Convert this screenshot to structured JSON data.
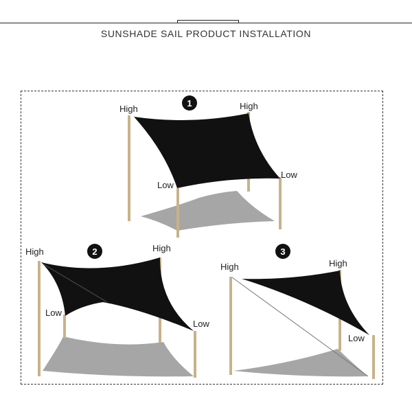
{
  "header": {
    "title": "SUNSHADE SAIL PRODUCT INSTALLATION"
  },
  "diagrams": [
    {
      "number": "1",
      "labels": {
        "top_left": "High",
        "top_right": "High",
        "bottom_left": "Low",
        "bottom_right": "Low"
      }
    },
    {
      "number": "2",
      "labels": {
        "top_left": "High",
        "top_right": "High",
        "bottom_left": "Low",
        "bottom_right": "Low"
      }
    },
    {
      "number": "3",
      "labels": {
        "top_left": "High",
        "top_right": "High",
        "bottom_right": "Low"
      }
    }
  ],
  "colors": {
    "sail": "#111111",
    "shadow": "#a6a6a6",
    "pole": "#c9b28a",
    "frame": "#333333"
  }
}
